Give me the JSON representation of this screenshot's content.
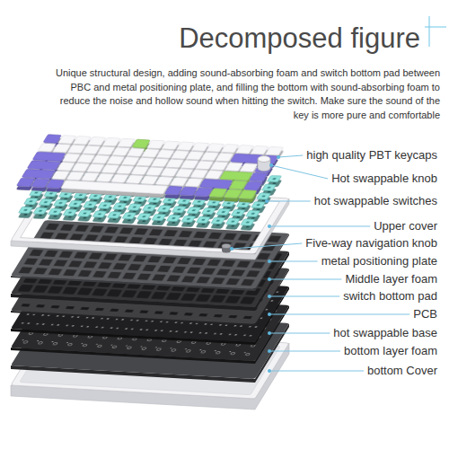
{
  "diagram": {
    "title": "Decomposed figure",
    "labels": [
      "Unique structural design, adding sound-absorbing foam and switch bottom pad between PBC and metal positioning plate, and filling the bottom with sound-absorbing foam to reduce the noise and hollow sound when hitting the switch. Make sure the sound of the key is more pure and comfortable",
      "high quality PBT keycaps",
      "Hot swappable knob",
      "hot swappable switches",
      "Upper cover",
      "Five-way navigation knob",
      "metal positioning plate",
      "Middle layer foam",
      "switch bottom pad",
      "PCB",
      "hot swappable base",
      "bottom layer foam",
      "bottom Cover"
    ]
  }
}
